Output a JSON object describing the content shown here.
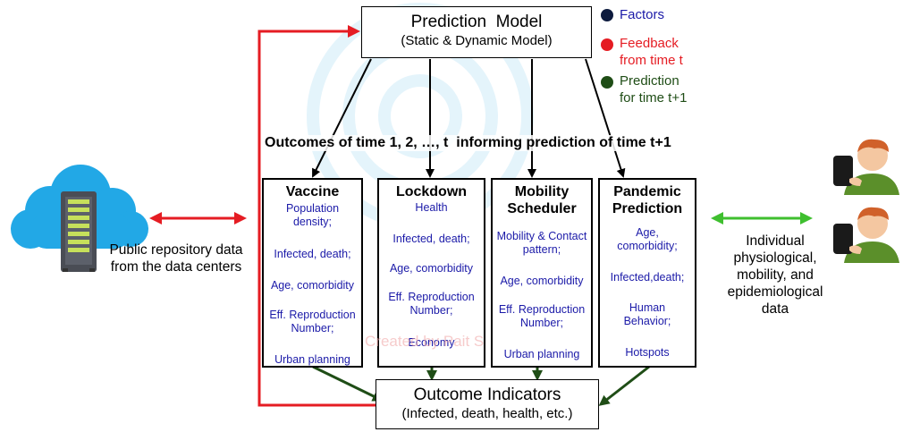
{
  "colors": {
    "factor": "#1b1aa8",
    "feedback": "#e51c23",
    "prediction": "#1f4d16",
    "bidirectional_left": "#e51c23",
    "bidirectional_right": "#3fbf2f"
  },
  "prediction_model": {
    "title": "Prediction  Model",
    "subtitle": "(Static & Dynamic Model)"
  },
  "legend": {
    "factors": "Factors",
    "feedback_line1": "Feedback",
    "feedback_line2": "from time t",
    "prediction_line1": "Prediction",
    "prediction_line2": "for time t+1"
  },
  "outcomes_caption": "Outcomes of time 1, 2, …, t  informing prediction of time t+1",
  "modules": [
    {
      "title": "Vaccine",
      "factors": [
        "Population density;",
        "Infected, death;",
        "Age, comorbidity",
        "Eff. Reproduction Number;",
        "Urban planning"
      ]
    },
    {
      "title": "Lockdown",
      "factors": [
        "Health",
        "Infected, death;",
        "Age, comorbidity",
        "Eff. Reproduction Number;",
        "Economy"
      ]
    },
    {
      "title": "Mobility Scheduler",
      "factors": [
        "Mobility & Contact pattern;",
        "Age, comorbidity",
        "Eff. Reproduction Number;",
        "Urban planning"
      ]
    },
    {
      "title": "Pandemic Prediction",
      "factors": [
        "Age, comorbidity;",
        "Infected,death;",
        "Human Behavior;",
        "Hotspots"
      ]
    }
  ],
  "outcome_indicators": {
    "title": "Outcome Indicators",
    "subtitle": "(Infected, death, health, etc.)"
  },
  "left_text": "Public repository data from the data centers",
  "right_text": "Individual physiological, mobility, and epidemiological data",
  "icons": {
    "cloud": "cloud-server-icon",
    "person_top": "person-tablet-icon",
    "person_bottom": "person-tablet-icon"
  },
  "watermark": "Created by Pait S"
}
